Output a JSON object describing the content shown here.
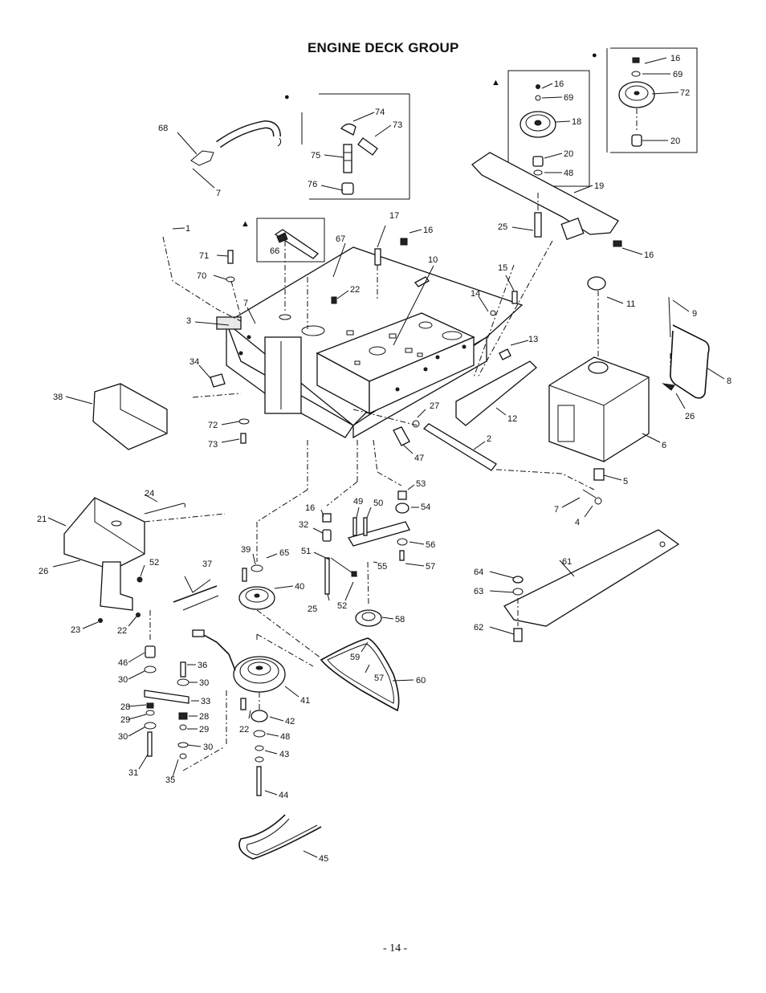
{
  "title": "ENGINE DECK GROUP",
  "page_number": "- 14 -",
  "callouts": {
    "c1": "1",
    "c2": "2",
    "c3": "3",
    "c4": "4",
    "c5": "5",
    "c6": "6",
    "c7a": "7",
    "c7b": "7",
    "c7c": "7",
    "c8": "8",
    "c9": "9",
    "c10": "10",
    "c11": "11",
    "c12": "12",
    "c13": "13",
    "c14": "14",
    "c15": "15",
    "c16a": "16",
    "c16b": "16",
    "c16c": "16",
    "c16d": "16",
    "c16e": "16",
    "c17": "17",
    "c18": "18",
    "c19": "19",
    "c20a": "20",
    "c20b": "20",
    "c21": "21",
    "c22a": "22",
    "c22b": "22",
    "c22c": "22",
    "c23": "23",
    "c24": "24",
    "c25a": "25",
    "c25b": "25",
    "c26a": "26",
    "c26b": "26",
    "c27": "27",
    "c28a": "28",
    "c28b": "28",
    "c29a": "29",
    "c29b": "29",
    "c30a": "30",
    "c30b": "30",
    "c30c": "30",
    "c30d": "30",
    "c31": "31",
    "c32": "32",
    "c33": "33",
    "c34": "34",
    "c35": "35",
    "c36": "36",
    "c37": "37",
    "c38": "38",
    "c39": "39",
    "c40": "40",
    "c41": "41",
    "c42": "42",
    "c43": "43",
    "c44": "44",
    "c45": "45",
    "c46": "46",
    "c47": "47",
    "c48a": "48",
    "c48b": "48",
    "c49": "49",
    "c50": "50",
    "c51": "51",
    "c52a": "52",
    "c52b": "52",
    "c53": "53",
    "c54": "54",
    "c55": "55",
    "c56": "56",
    "c57a": "57",
    "c57b": "57",
    "c58": "58",
    "c59": "59",
    "c60": "60",
    "c61": "61",
    "c62": "62",
    "c63": "63",
    "c64": "64",
    "c65": "65",
    "c66": "66",
    "c67": "67",
    "c68": "68",
    "c69a": "69",
    "c69b": "69",
    "c70": "70",
    "c71": "71",
    "c72a": "72",
    "c72b": "72",
    "c73a": "73",
    "c73b": "73",
    "c74": "74",
    "c75": "75",
    "c76": "76"
  },
  "markers": {
    "circle_marker": "●",
    "triangle_marker": "▲"
  }
}
